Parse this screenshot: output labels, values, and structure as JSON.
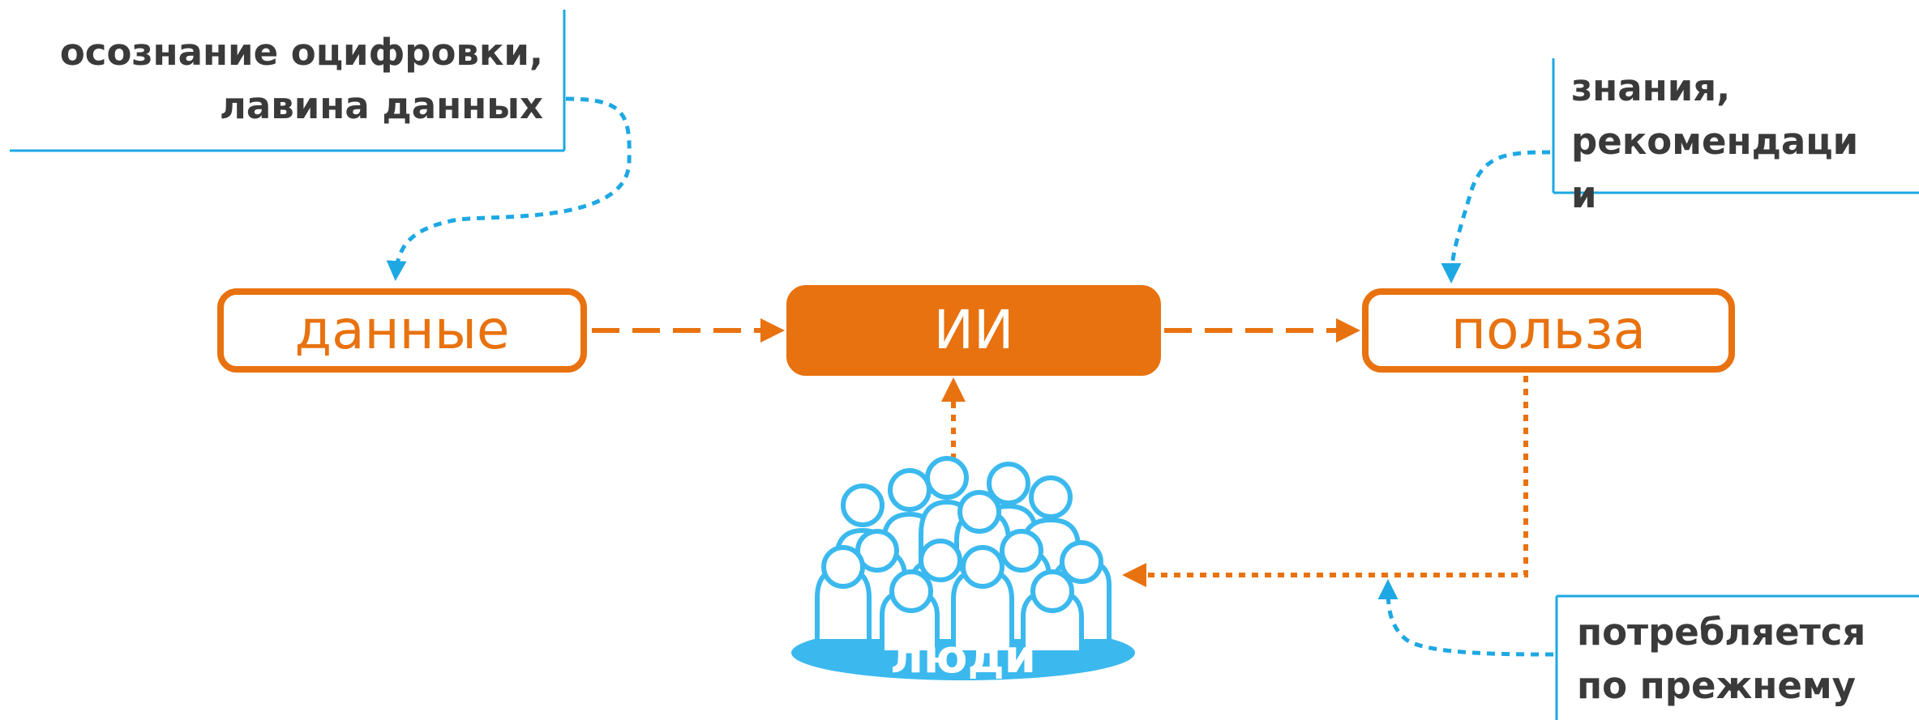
{
  "colors": {
    "orange": "#e8720f",
    "blue": "#1da8e3",
    "text": "#3a3a3a",
    "people_fill": "#3bb9ee"
  },
  "nodes": {
    "data": "данные",
    "ai": "ИИ",
    "benefit": "польза",
    "people": "люди"
  },
  "callouts": {
    "digitization": [
      "осознание оцифровки,",
      "лавина данных"
    ],
    "knowledge": [
      "знания,",
      "рекомендаци",
      "и"
    ],
    "consumed": [
      "потребляется",
      "по прежнему"
    ]
  },
  "icons": {
    "people": "crowd-icon"
  }
}
